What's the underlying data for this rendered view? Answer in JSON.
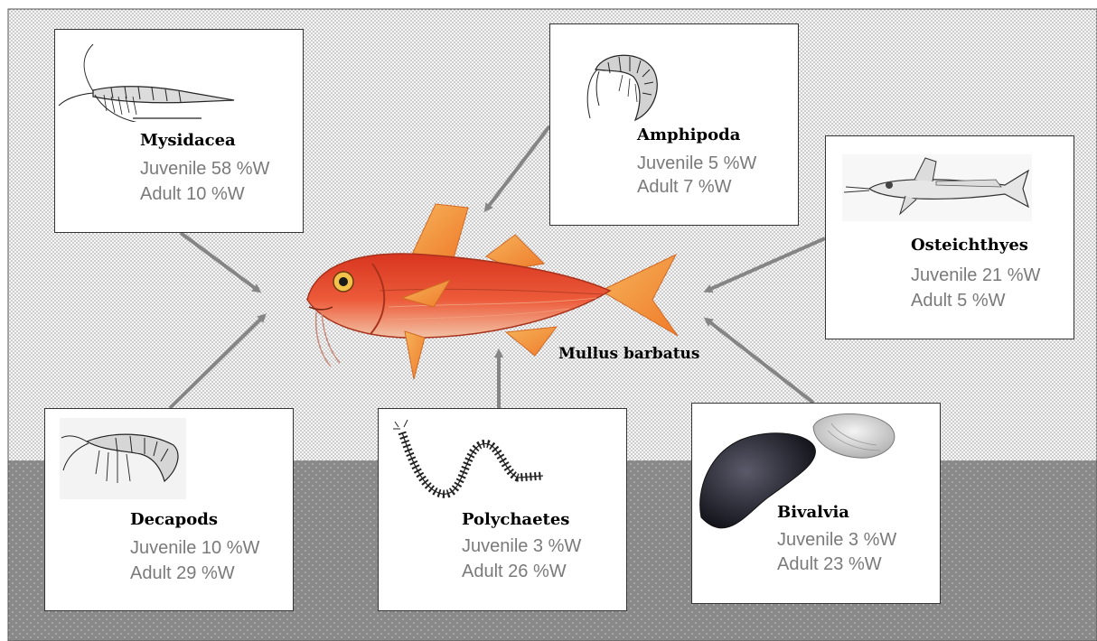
{
  "predator": {
    "name": "Mullus barbatus"
  },
  "prey": [
    {
      "id": "mysidacea",
      "name": "Mysidacea",
      "juvenile": "Juvenile  58 %W",
      "adult": "Adult  10 %W",
      "icon": "mysid-shrimp-icon"
    },
    {
      "id": "amphipoda",
      "name": "Amphipoda",
      "juvenile": "Juvenile  5 %W",
      "adult": "Adult  7 %W",
      "icon": "amphipod-icon"
    },
    {
      "id": "osteichthyes",
      "name": "Osteichthyes",
      "juvenile": "Juvenile  21 %W",
      "adult": "Adult  5 %W",
      "icon": "bony-fish-icon"
    },
    {
      "id": "decapods",
      "name": "Decapods",
      "juvenile": "Juvenile  10 %W",
      "adult": "Adult  29 %W",
      "icon": "prawn-icon"
    },
    {
      "id": "polychaetes",
      "name": "Polychaetes",
      "juvenile": "Juvenile  3 %W",
      "adult": "Adult  26 %W",
      "icon": "worm-icon"
    },
    {
      "id": "bivalvia",
      "name": "Bivalvia",
      "juvenile": "Juvenile  3 %W",
      "adult": "Adult  23 %W",
      "icon": "mussel-clam-icon"
    }
  ],
  "colors": {
    "water": "#f4f4f4",
    "water_dots": "#9a9a9a",
    "sediment": "#8a8a8a",
    "sediment_dots": "#b4b4b4",
    "arrow": "#858585",
    "stat_text": "#7a7a7a",
    "fish_body": "#e4422a",
    "fish_fin": "#f39a3a"
  }
}
